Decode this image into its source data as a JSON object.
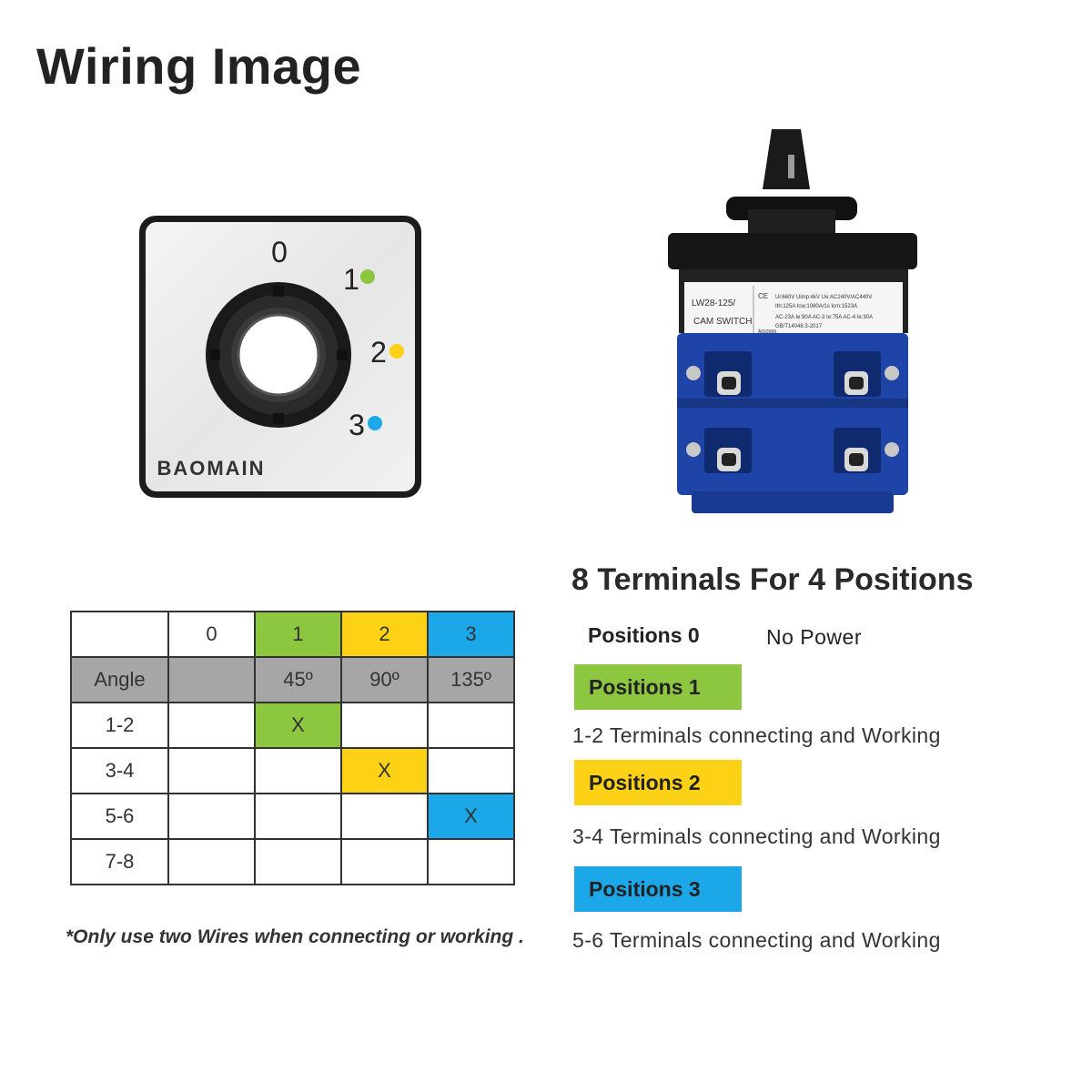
{
  "title": "Wiring Image",
  "plate": {
    "brand": "BAOMAIN",
    "positions": [
      "0",
      "1",
      "2",
      "3"
    ],
    "dot_colors": [
      "#8dc63f",
      "#fcd116",
      "#1ba7e8"
    ]
  },
  "switch_label": {
    "model": "LW28-125/",
    "type": "CAM SWITCH",
    "spec1": "Ui:660V Uimp:4kV Ue:AC240V/AC440V",
    "spec2": "Ith:125A Icw:1080A/1s Icm:1523A",
    "spec3": "AC-23A Ie:90A AC-3 Ie:75A AC-4 Ie:30A",
    "spec4": "GB/T14048.3-2017",
    "code": "A093989",
    "ce": "CE"
  },
  "heading": "8 Terminals For 4 Positions",
  "table": {
    "header": [
      "",
      "0",
      "1",
      "2",
      "3"
    ],
    "angle_row": [
      "Angle",
      "",
      "45º",
      "90º",
      "135º"
    ],
    "rows": [
      {
        "label": "1-2",
        "cells": [
          "",
          "X",
          "",
          ""
        ]
      },
      {
        "label": "3-4",
        "cells": [
          "",
          "",
          "X",
          ""
        ]
      },
      {
        "label": "5-6",
        "cells": [
          "",
          "",
          "",
          "X"
        ]
      },
      {
        "label": "7-8",
        "cells": [
          "",
          "",
          "",
          ""
        ]
      }
    ]
  },
  "note": "*Only use two Wires when connecting or working .",
  "legend": {
    "pos0": "Positions 0",
    "pos0_desc": "No Power",
    "pos1": "Positions 1",
    "pos1_desc": "1-2 Terminals connecting and Working",
    "pos2": "Positions 2",
    "pos2_desc": "3-4 Terminals connecting and Working",
    "pos3": "Positions 3",
    "pos3_desc": "5-6 Terminals connecting and Working"
  },
  "colors": {
    "green": "#8dc63f",
    "yellow": "#fcd116",
    "blue": "#1ba7e8",
    "gray": "#a6a6a6"
  }
}
